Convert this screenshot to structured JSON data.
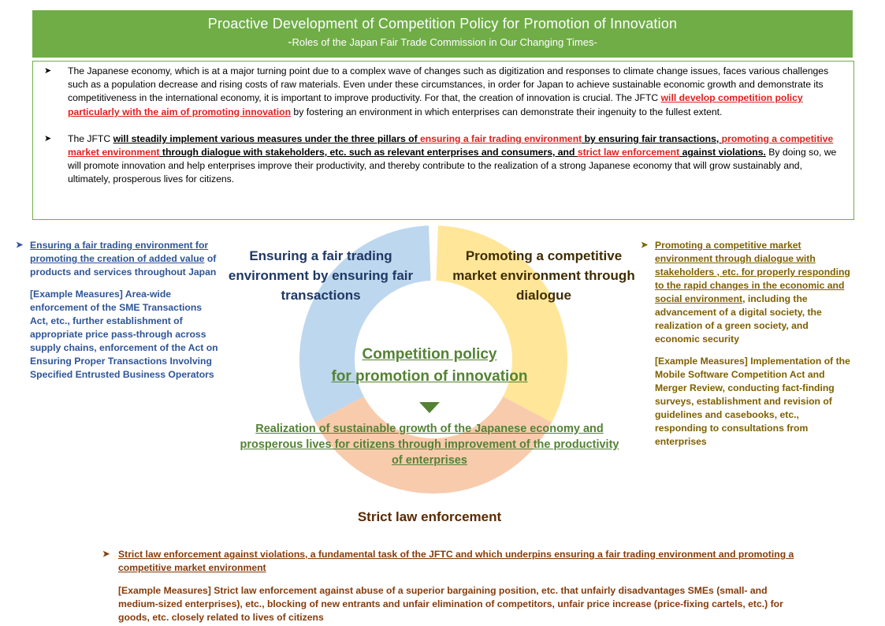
{
  "header": {
    "title": "Proactive Development of Competition Policy for Promotion of Innovation",
    "subtitle_dash": "-",
    "subtitle": "Roles of the Japan Fair Trade Commission in Our Changing Times-",
    "color": "#70ad47"
  },
  "intro": {
    "bullet_icon": "right-arrow-bullet",
    "p1": {
      "t1": "The Japanese economy, which is at a major turning point due to a complex wave of changes such as digitization and responses to climate change issues, faces various challenges such as a population decrease and rising costs of raw materials. Even under these circumstances, in order for Japan to achieve sustainable economic growth and demonstrate its competitiveness in the international economy, it is important to improve productivity. For that, the creation of innovation is crucial. The JFTC ",
      "t2": "will develop competition policy particularly with the aim of promoting innovation",
      "t3": " by fostering an environment in which enterprises can demonstrate their ingenuity to the fullest extent."
    },
    "p2": {
      "t1": "The JFTC ",
      "t2": "will steadily implement various measures under the three pillars of ",
      "t3": "ensuring a fair trading environment",
      "t4": " by ensuring fair transactions, ",
      "t5": "promoting a competitive market environment",
      "t6": " through dialogue with stakeholders, etc. such as relevant enterprises and consumers, and ",
      "t7": "strict law enforcement",
      "t8": " against violations.",
      "t9": " By doing so, we will promote innovation and help enterprises improve their productivity, and thereby contribute to the realization of a strong Japanese economy that will grow sustainably and, ultimately, prosperous lives for citizens."
    }
  },
  "diagram": {
    "colors": {
      "fair": "#bdd7ee",
      "competitive": "#ffe699",
      "strict": "#f8cbad",
      "center_text": "#548235"
    },
    "fair_label": "Ensuring a fair trading environment by ensuring fair transactions",
    "competitive_label": "Promoting a competitive market environment through dialogue",
    "strict_label": "Strict law enforcement",
    "center_title_line1": "Competition policy",
    "center_title_line2": "for promotion of innovation",
    "center_goal": "Realization of sustainable growth of the Japanese economy and prosperous lives for citizens through improvement of the productivity of enterprises"
  },
  "left_panel": {
    "lead_underlined": "Ensuring a fair trading environment for promoting the creation of added value",
    "lead_rest": " of products and services throughout Japan",
    "measures": "[Example Measures] Area-wide enforcement of the SME Transactions Act, etc., further establishment of appropriate price pass-through across supply chains, enforcement of the Act on Ensuring Proper Transactions Involving Specified Entrusted Business Operators"
  },
  "right_panel": {
    "lead_underlined": "Promoting a competitive market environment through dialogue with stakeholders , etc. for properly responding to the rapid changes in the economic and social environment,",
    "lead_rest": " including the advancement of a digital society, the realization of a green society, and economic security",
    "measures": "[Example Measures] Implementation of the Mobile Software Competition Act and Merger Review, conducting fact-finding surveys, establishment and revision of guidelines and casebooks, etc., responding to consultations from enterprises"
  },
  "bottom_panel": {
    "lead": "Strict law enforcement against violations, a fundamental task of the JFTC and which underpins ensuring a fair trading environment and promoting a competitive market environment",
    "measures": "[Example Measures] Strict law enforcement against abuse of a superior bargaining position, etc. that unfairly disadvantages SMEs (small- and medium-sized enterprises), etc., blocking of new entrants and unfair elimination of competitors, unfair price increase (price-fixing cartels, etc.) for goods, etc. closely related to lives of citizens"
  }
}
